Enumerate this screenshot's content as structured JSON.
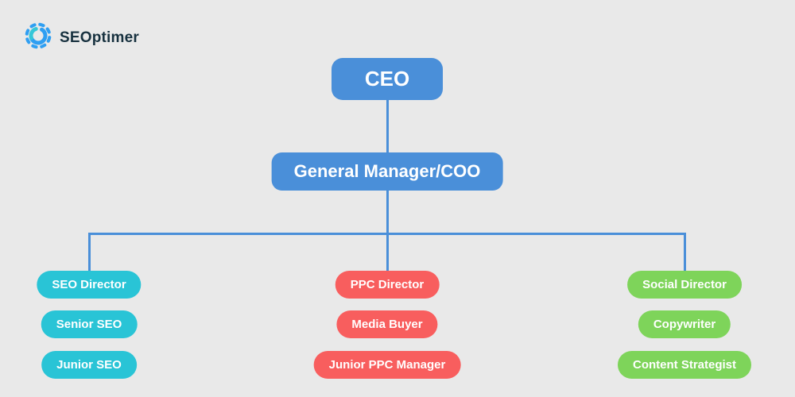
{
  "page": {
    "background": "#e9e9e9"
  },
  "logo": {
    "text": "SEOptimer"
  },
  "colors": {
    "node_blue": "#4a8fd9",
    "connector_blue": "#4a8fd9",
    "teal": "#29c4d6",
    "red": "#f85e5e",
    "green": "#7ed45a",
    "logo_blue": "#2f9ff2",
    "logo_teal": "#35c7d8",
    "logo_text": "#17313f",
    "node_text": "#ffffff"
  },
  "org_chart": {
    "root": {
      "label": "CEO"
    },
    "manager": {
      "label": "General Manager/COO"
    },
    "columns": [
      {
        "id": "seo",
        "color": "#29c4d6",
        "items": [
          "SEO Director",
          "Senior SEO",
          "Junior SEO"
        ]
      },
      {
        "id": "ppc",
        "color": "#f85e5e",
        "items": [
          "PPC Director",
          "Media Buyer",
          "Junior PPC Manager"
        ]
      },
      {
        "id": "social",
        "color": "#7ed45a",
        "items": [
          "Social Director",
          "Copywriter",
          "Content Strategist"
        ]
      }
    ]
  }
}
